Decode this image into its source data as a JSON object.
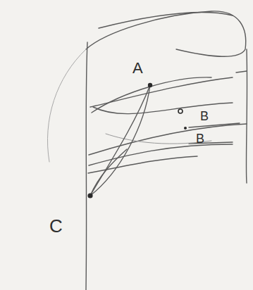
{
  "diagram": {
    "labels": [
      "A",
      "B",
      "B",
      "C"
    ]
  }
}
